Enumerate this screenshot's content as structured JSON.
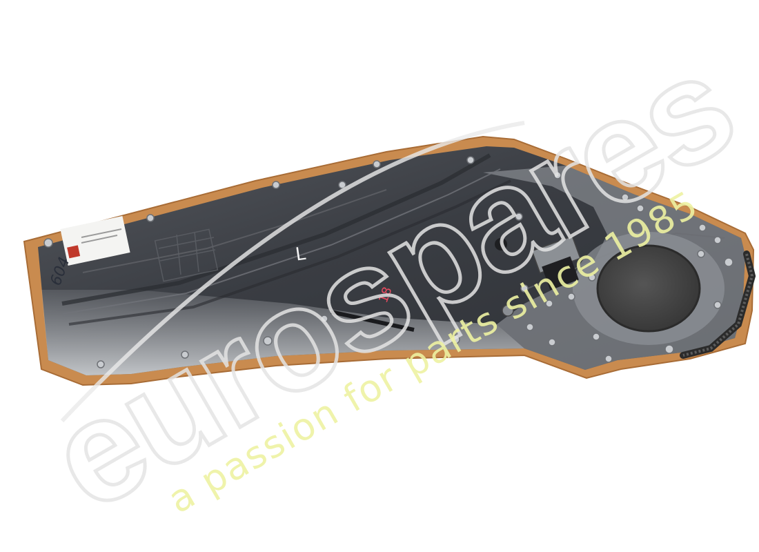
{
  "photo": {
    "subject": "door panel rear side",
    "handwritten": {
      "part_number": "604",
      "white_mark": "L",
      "red_mark": "18"
    }
  },
  "watermark": {
    "logo": "eurospares",
    "tagline": "a passion for parts since 1985"
  },
  "colors": {
    "background": "#ffffff",
    "leather_trim": "#c98b4f",
    "panel_dark": "#3d4046",
    "panel_dust": "#b9bcc0",
    "speaker_felt": "#4a4a4a",
    "watermark_logo": "#e4e4e4",
    "watermark_tagline": "#eef2a2"
  }
}
